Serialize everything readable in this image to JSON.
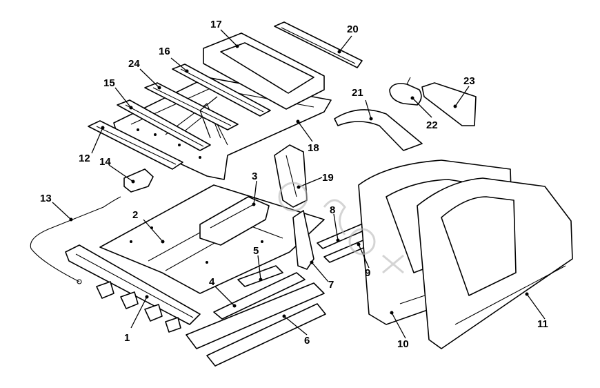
{
  "callouts": [
    {
      "label": "1"
    },
    {
      "label": "2"
    },
    {
      "label": "3"
    },
    {
      "label": "4"
    },
    {
      "label": "5"
    },
    {
      "label": "6"
    },
    {
      "label": "7"
    },
    {
      "label": "8"
    },
    {
      "label": "9"
    },
    {
      "label": "10"
    },
    {
      "label": "11"
    },
    {
      "label": "12"
    },
    {
      "label": "13"
    },
    {
      "label": "14"
    },
    {
      "label": "15"
    },
    {
      "label": "16"
    },
    {
      "label": "17"
    },
    {
      "label": "18"
    },
    {
      "label": "19"
    },
    {
      "label": "20"
    },
    {
      "label": "21"
    },
    {
      "label": "22"
    },
    {
      "label": "23"
    },
    {
      "label": "24"
    }
  ],
  "colors": {
    "line": "#000000",
    "background": "#ffffff",
    "watermark": "#b8b8b8"
  }
}
